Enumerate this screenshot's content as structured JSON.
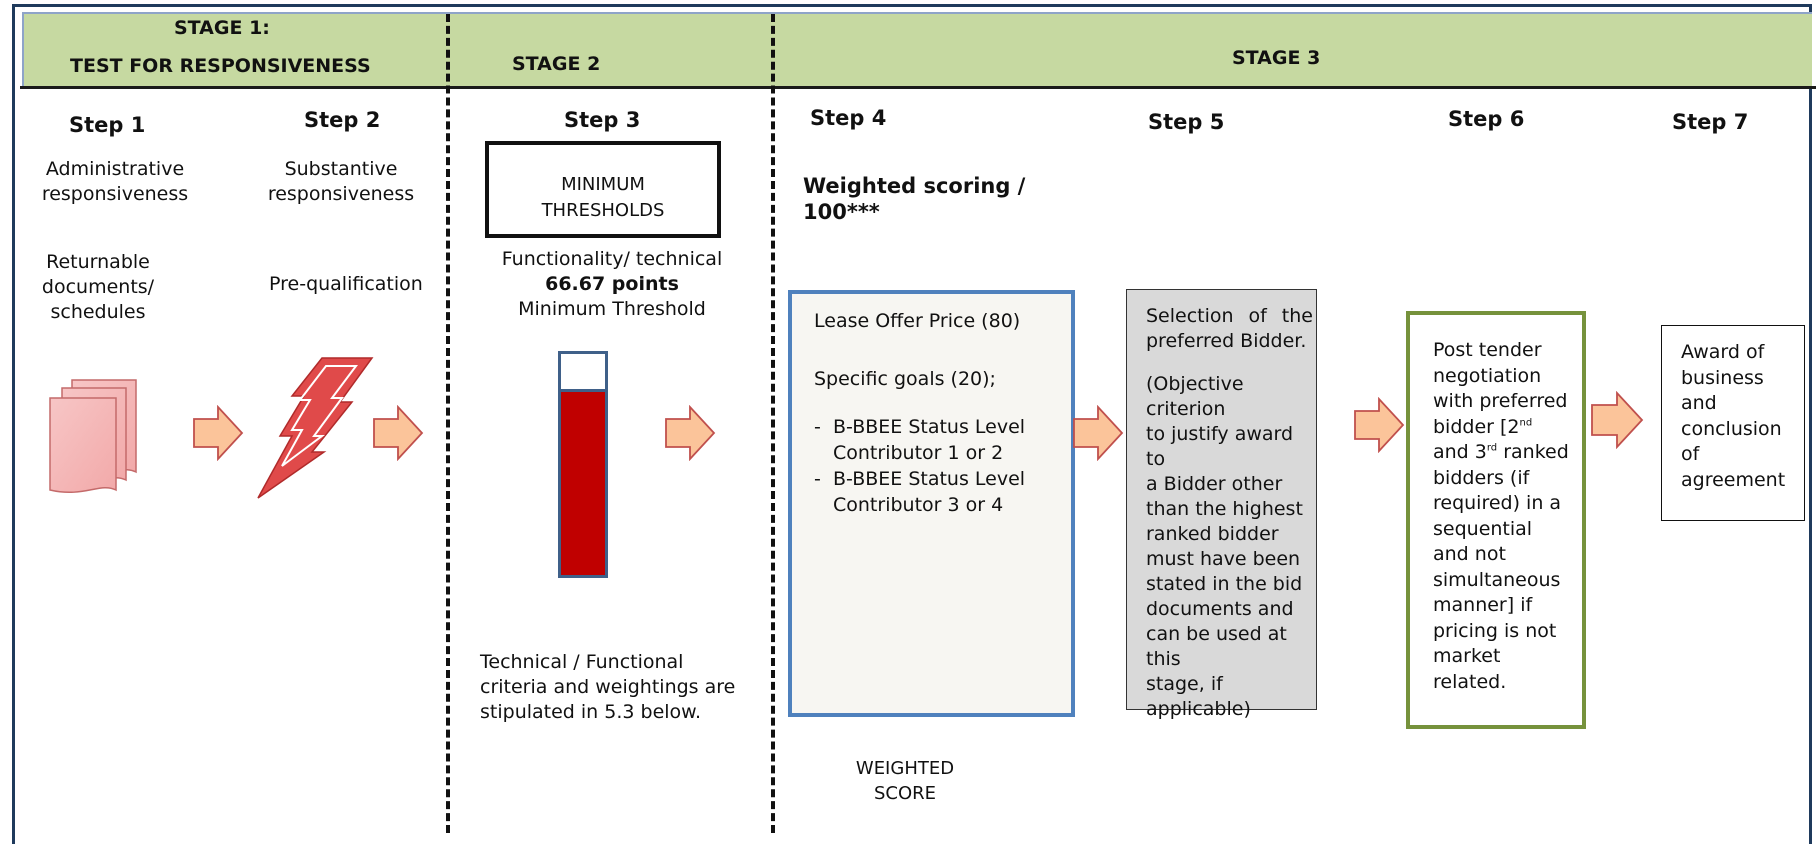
{
  "stages": {
    "stage1_line1": "STAGE 1:",
    "stage1_line2": "TEST FOR RESPONSIVENESS",
    "stage2": "STAGE 2",
    "stage3": "STAGE 3"
  },
  "steps": {
    "step1": {
      "title": "Step 1",
      "line1": "Administrative",
      "line2": "responsiveness",
      "doc1": "Returnable",
      "doc2": "documents/",
      "doc3": "schedules",
      "icon": "documents-stack-icon"
    },
    "step2": {
      "title": "Step 2",
      "line1": "Substantive",
      "line2": "responsiveness",
      "extra": "Pre-qualification",
      "icon": "lightning-bolt-icon"
    },
    "step3": {
      "title": "Step 3",
      "box_line1": "MINIMUM",
      "box_line2": "THRESHOLDS",
      "func": "Functionality/ technical",
      "points": "66.67 points",
      "min": "Minimum Threshold",
      "note1": "Technical / Functional",
      "note2": "criteria and weightings are",
      "note3": "stipulated in 5.3 below.",
      "gauge_fill_fraction": 0.83,
      "gauge_color": "#c00000"
    },
    "step4": {
      "title": "Step 4",
      "heading1": "Weighted scoring /",
      "heading2": "100***",
      "price": "Lease Offer Price (80)",
      "goals": "Specific goals (20);",
      "item1_line1": "B-BBEE Status Level",
      "item1_line2": "Contributor 1 or 2",
      "item2_line1": "B-BBEE Status Level",
      "item2_line2": "Contributor 3 or 4",
      "footer1": "WEIGHTED",
      "footer2": "SCORE"
    },
    "step5": {
      "title": "Step 5",
      "line1": "Selection of the",
      "line2": "preferred Bidder.",
      "paren_lines": [
        "(Objective criterion",
        "to justify award to",
        "a Bidder other",
        "than the highest",
        "ranked bidder",
        "must have been",
        "stated in the bid",
        "documents and",
        "can be used at this",
        "stage, if",
        "applicable)"
      ]
    },
    "step6": {
      "title": "Step 6",
      "line1": "Post tender",
      "line2": "negotiation",
      "line3": "with preferred",
      "line4_pre": "bidder [2",
      "sup1": "nd",
      "line5_pre": "and 3",
      "sup2": "rd",
      "line5_post": " ranked",
      "rest": [
        "bidders (if",
        "required) in a",
        "sequential",
        "and not",
        "simultaneous",
        "manner] if",
        "pricing is not",
        "market",
        "related."
      ]
    },
    "step7": {
      "title": "Step 7",
      "lines": [
        "Award of",
        "business",
        "and",
        "conclusion",
        "of",
        "agreement"
      ]
    }
  },
  "colors": {
    "band": "#c6d9a1",
    "arrow_fill": "#fbc49a",
    "arrow_stroke": "#c0504d",
    "step4_border": "#4f81bd",
    "step5_fill": "#d9d9d9",
    "step6_border": "#76923c"
  }
}
